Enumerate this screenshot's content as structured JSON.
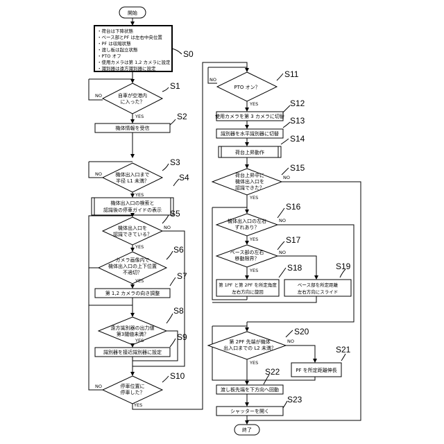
{
  "terminals": {
    "start": "開始",
    "end": "終了"
  },
  "init_lines": [
    "・荷台は下降状態",
    "・ベース部とPF は左右中央位置",
    "・PF は収縮状態",
    "・渡し板は起立状態",
    "・PTO オフ",
    "・使用カメラは第 1,2 カメラに設定",
    "・識別器は遠方識別器に設定"
  ],
  "step_labels": {
    "s0": "S0",
    "s1": "S1",
    "s2": "S2",
    "s3": "S3",
    "s4": "S4",
    "s5": "S5",
    "s6": "S6",
    "s7": "S7",
    "s8": "S8",
    "s9": "S9",
    "s10": "S10",
    "s11": "S11",
    "s12": "S12",
    "s13": "S13",
    "s14": "S14",
    "s15": "S15",
    "s16": "S16",
    "s17": "S17",
    "s18": "S18",
    "s19": "S19",
    "s20": "S20",
    "s21": "S21",
    "s22": "S22",
    "s23": "S23"
  },
  "decisions": {
    "s1": [
      "自車が空港内",
      "に入った？"
    ],
    "s3": [
      "機体出入口まで",
      "半径 L1 未満？"
    ],
    "s5": [
      "機体出入口を",
      "認識できている？"
    ],
    "s6": [
      "カメラ画像内で",
      "機体出入口の上下位置",
      "不適切？"
    ],
    "s8": [
      "遠方識別器の出力値",
      "第3閾値未満？"
    ],
    "s10": [
      "停車位置に",
      "停車した？"
    ],
    "s11": [
      "PTO オン？"
    ],
    "s15": [
      "荷台上昇中に",
      "機体出入口を",
      "認識できた？"
    ],
    "s16": [
      "機体出入口の左右",
      "ずれあり？"
    ],
    "s17": [
      "ベース部の左右",
      "移動限界？"
    ],
    "s20": [
      "第 2PF 先端が機体",
      "出入口までの L2 未満？"
    ]
  },
  "processes": {
    "s2": [
      "機体情報を受信"
    ],
    "s4": [
      "機体出入口の検索と",
      "認識後の停車ガイドの表示"
    ],
    "s7": [
      "第 1,2 カメラの向き調整"
    ],
    "s9": [
      "識別器を接近識別器に設定"
    ],
    "s12": [
      "使用カメラを第 3 カメラに切替"
    ],
    "s13": [
      "識別器を水平識別器に切替"
    ],
    "s14": [
      "荷台上昇動作"
    ],
    "s18": [
      "第 1PF と第 2PF を所定角度",
      "左右方向に旋回"
    ],
    "s19": [
      "ベース部を所定距離",
      "左右方向にスライド"
    ],
    "s21": [
      "PF を所定距離伸長"
    ],
    "s22": [
      "渡し板先端を下方向へ回動"
    ],
    "s23": [
      "シャッターを開く"
    ]
  },
  "answers": {
    "yes": "YES",
    "no": "NO"
  }
}
